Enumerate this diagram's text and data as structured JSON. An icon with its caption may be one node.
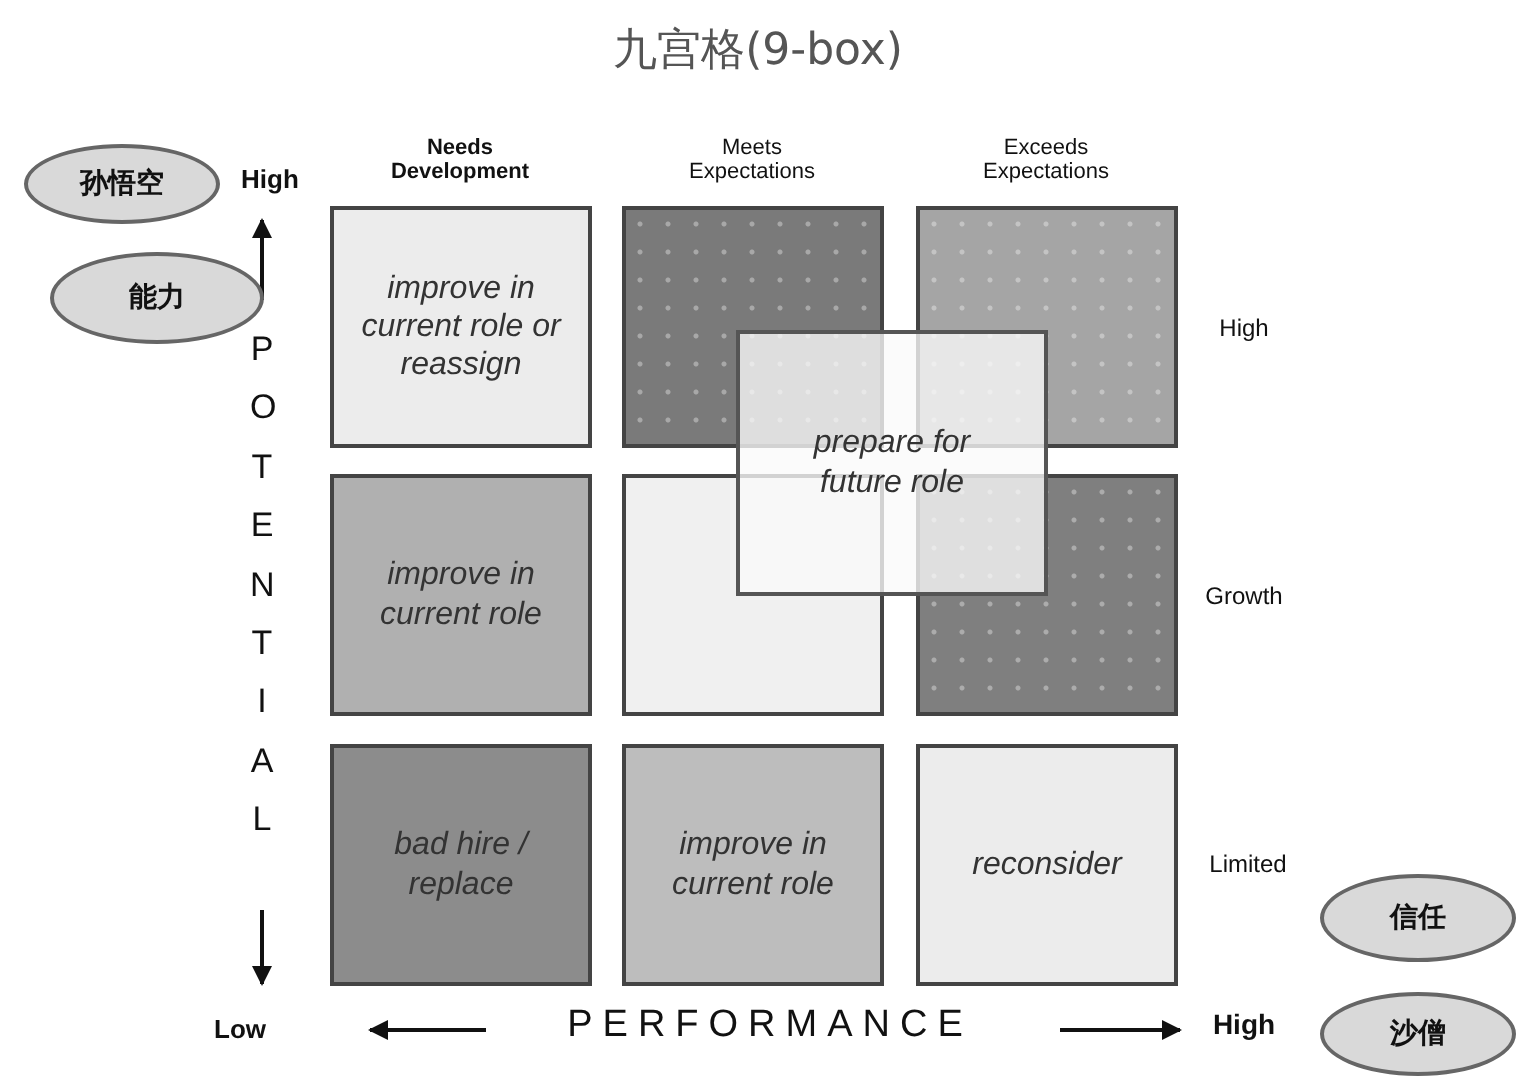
{
  "diagram": {
    "title": "九宫格(9-box)",
    "nodes": [
      {
        "text": [
          "孙悟空"
        ]
      },
      {
        "text": [
          "能力"
        ]
      },
      {
        "text": [
          "improve in current role or reassign"
        ]
      },
      {
        "text": [],
        "shape": "box"
      },
      {
        "text": [],
        "shape": "box"
      },
      {
        "text": [
          "prepare for future role"
        ]
      },
      {
        "text": [
          "improve in current role"
        ]
      },
      {
        "text": [],
        "shape": "box"
      },
      {
        "text": [],
        "shape": "box"
      },
      {
        "text": [
          "bad hire / replace"
        ]
      },
      {
        "text": [
          "improve in current role"
        ]
      },
      {
        "text": [
          "reconsider"
        ]
      },
      {
        "text": [
          "信任"
        ]
      },
      {
        "text": [
          "沙僧"
        ]
      }
    ],
    "labels": [
      "Needs Development",
      "Meets Expectations",
      "Exceeds Expectations",
      "High",
      "POTENTIAL",
      "High",
      "Growth",
      "Limited",
      "Low",
      "PERFORMANCE",
      "High"
    ]
  }
}
